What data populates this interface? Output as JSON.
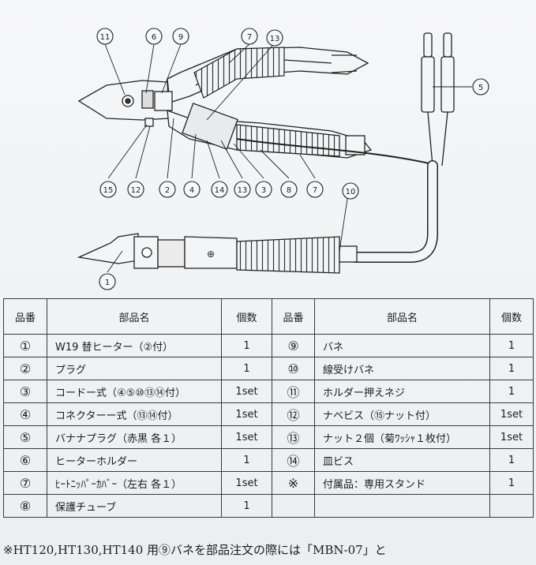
{
  "diagram": {
    "callouts_top": [
      "⑪",
      "⑥",
      "⑨",
      "⑦",
      "⑬"
    ],
    "callouts_bottom": [
      "⑮",
      "⑫",
      "②",
      "④",
      "⑭",
      "⑬",
      "③",
      "⑧",
      "⑦"
    ],
    "callout_5": "⑤",
    "callout_10": "⑩",
    "callout_1": "①"
  },
  "table": {
    "headers": {
      "no": "品番",
      "name": "部品名",
      "qty": "個数"
    },
    "left_rows": [
      {
        "no": "①",
        "name": "W19 替ヒーター（②付）",
        "qty": "1"
      },
      {
        "no": "②",
        "name": "プラグ",
        "qty": "1"
      },
      {
        "no": "③",
        "name": "コードー式（④⑤⑩⑬⑭付）",
        "qty": "1set"
      },
      {
        "no": "④",
        "name": "コネクターー式（⑬⑭付）",
        "qty": "1set"
      },
      {
        "no": "⑤",
        "name": "バナナプラグ（赤黒 各１）",
        "qty": "1set"
      },
      {
        "no": "⑥",
        "name": "ヒーターホルダー",
        "qty": "1"
      },
      {
        "no": "⑦",
        "name": "ﾋｰﾄﾆｯﾊﾟｰｶﾊﾞｰ（左右 各１）",
        "qty": "1set"
      },
      {
        "no": "⑧",
        "name": "保護チューブ",
        "qty": "1"
      }
    ],
    "right_rows": [
      {
        "no": "⑨",
        "name": "バネ",
        "qty": "1"
      },
      {
        "no": "⑩",
        "name": "線受けバネ",
        "qty": "1"
      },
      {
        "no": "⑪",
        "name": "ホルダー押えネジ",
        "qty": "1"
      },
      {
        "no": "⑫",
        "name": "ナベビス（⑮ナット付）",
        "qty": "1set"
      },
      {
        "no": "⑬",
        "name": "ナット２個（菊ﾜｯｼｬ１枚付）",
        "qty": "1set"
      },
      {
        "no": "⑭",
        "name": "皿ビス",
        "qty": "1"
      },
      {
        "no": "※",
        "name": "付属品：専用スタンド",
        "qty": "1"
      },
      {
        "no": "",
        "name": "",
        "qty": ""
      }
    ]
  },
  "footnote": "※HT120,HT130,HT140 用⑨バネを部品注文の際には「MBN-07」と"
}
